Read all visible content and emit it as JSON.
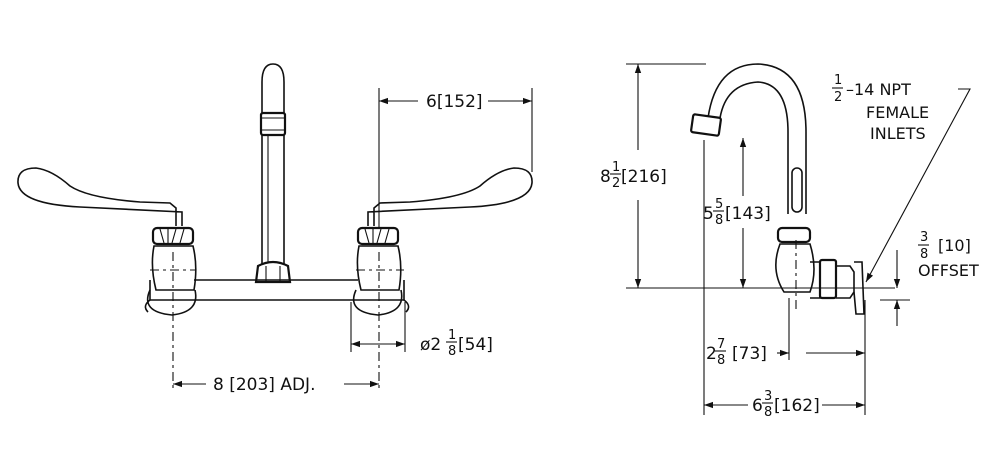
{
  "front_view": {
    "dim_handle_reach": "6[152]",
    "dim_wall_flange_whole": "ø2",
    "dim_wall_flange_frac_num": "1",
    "dim_wall_flange_frac_den": "8",
    "dim_wall_flange_metric": "[54]",
    "dim_centers": "8 [203] ADJ."
  },
  "side_view": {
    "dim_height_whole": "8",
    "dim_height_frac_num": "1",
    "dim_height_frac_den": "2",
    "dim_height_metric": "[216]",
    "dim_spout_whole": "5",
    "dim_spout_frac_num": "5",
    "dim_spout_frac_den": "8",
    "dim_spout_metric": "[143]",
    "dim_inlet_whole": "2",
    "dim_inlet_frac_num": "7",
    "dim_inlet_frac_den": "8",
    "dim_inlet_metric": "[73]",
    "dim_overall_whole": "6",
    "dim_overall_frac_num": "3",
    "dim_overall_frac_den": "8",
    "dim_overall_metric": "[162]",
    "npt_frac_num": "1",
    "npt_frac_den": "2",
    "npt_text": "–14 NPT",
    "inlets_line1": "FEMALE",
    "inlets_line2": "INLETS",
    "offset_frac_num": "3",
    "offset_frac_den": "8",
    "offset_metric": "[10]",
    "offset_label": "OFFSET"
  }
}
